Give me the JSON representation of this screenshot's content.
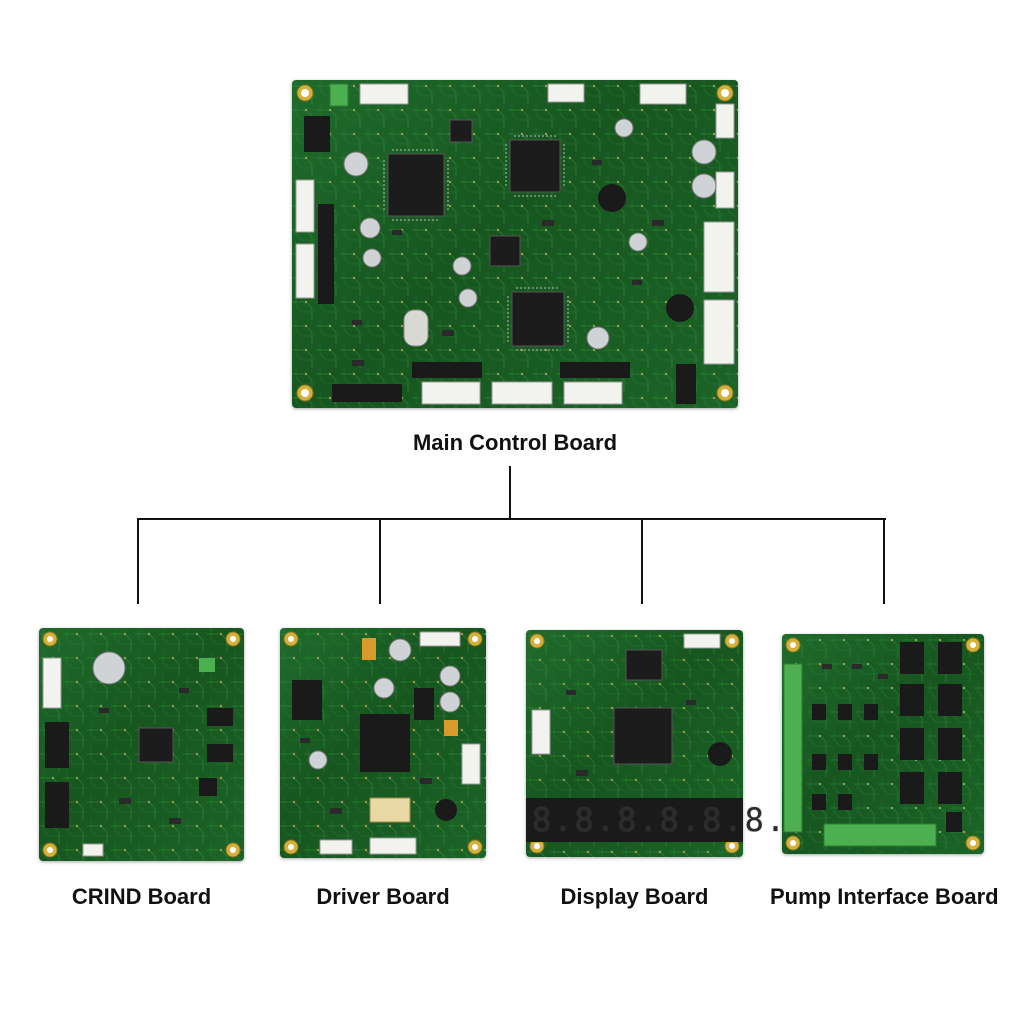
{
  "main_board": {
    "label": "Main Control Board"
  },
  "sub_boards": [
    {
      "id": "crind",
      "label": "CRIND Board"
    },
    {
      "id": "driver",
      "label": "Driver Board"
    },
    {
      "id": "display",
      "label": "Display Board",
      "display_digits": "8.8.8.8.8.8."
    },
    {
      "id": "pump",
      "label": "Pump Interface Board"
    }
  ],
  "colors": {
    "pcb_green": "#1c6428",
    "trace": "#3fa14f",
    "chip": "#1c1c1c",
    "connector": "#f2f2ee",
    "mount_hole": "#d4b13a",
    "terminal_green": "#4caf50",
    "connector_line": "#111111"
  }
}
